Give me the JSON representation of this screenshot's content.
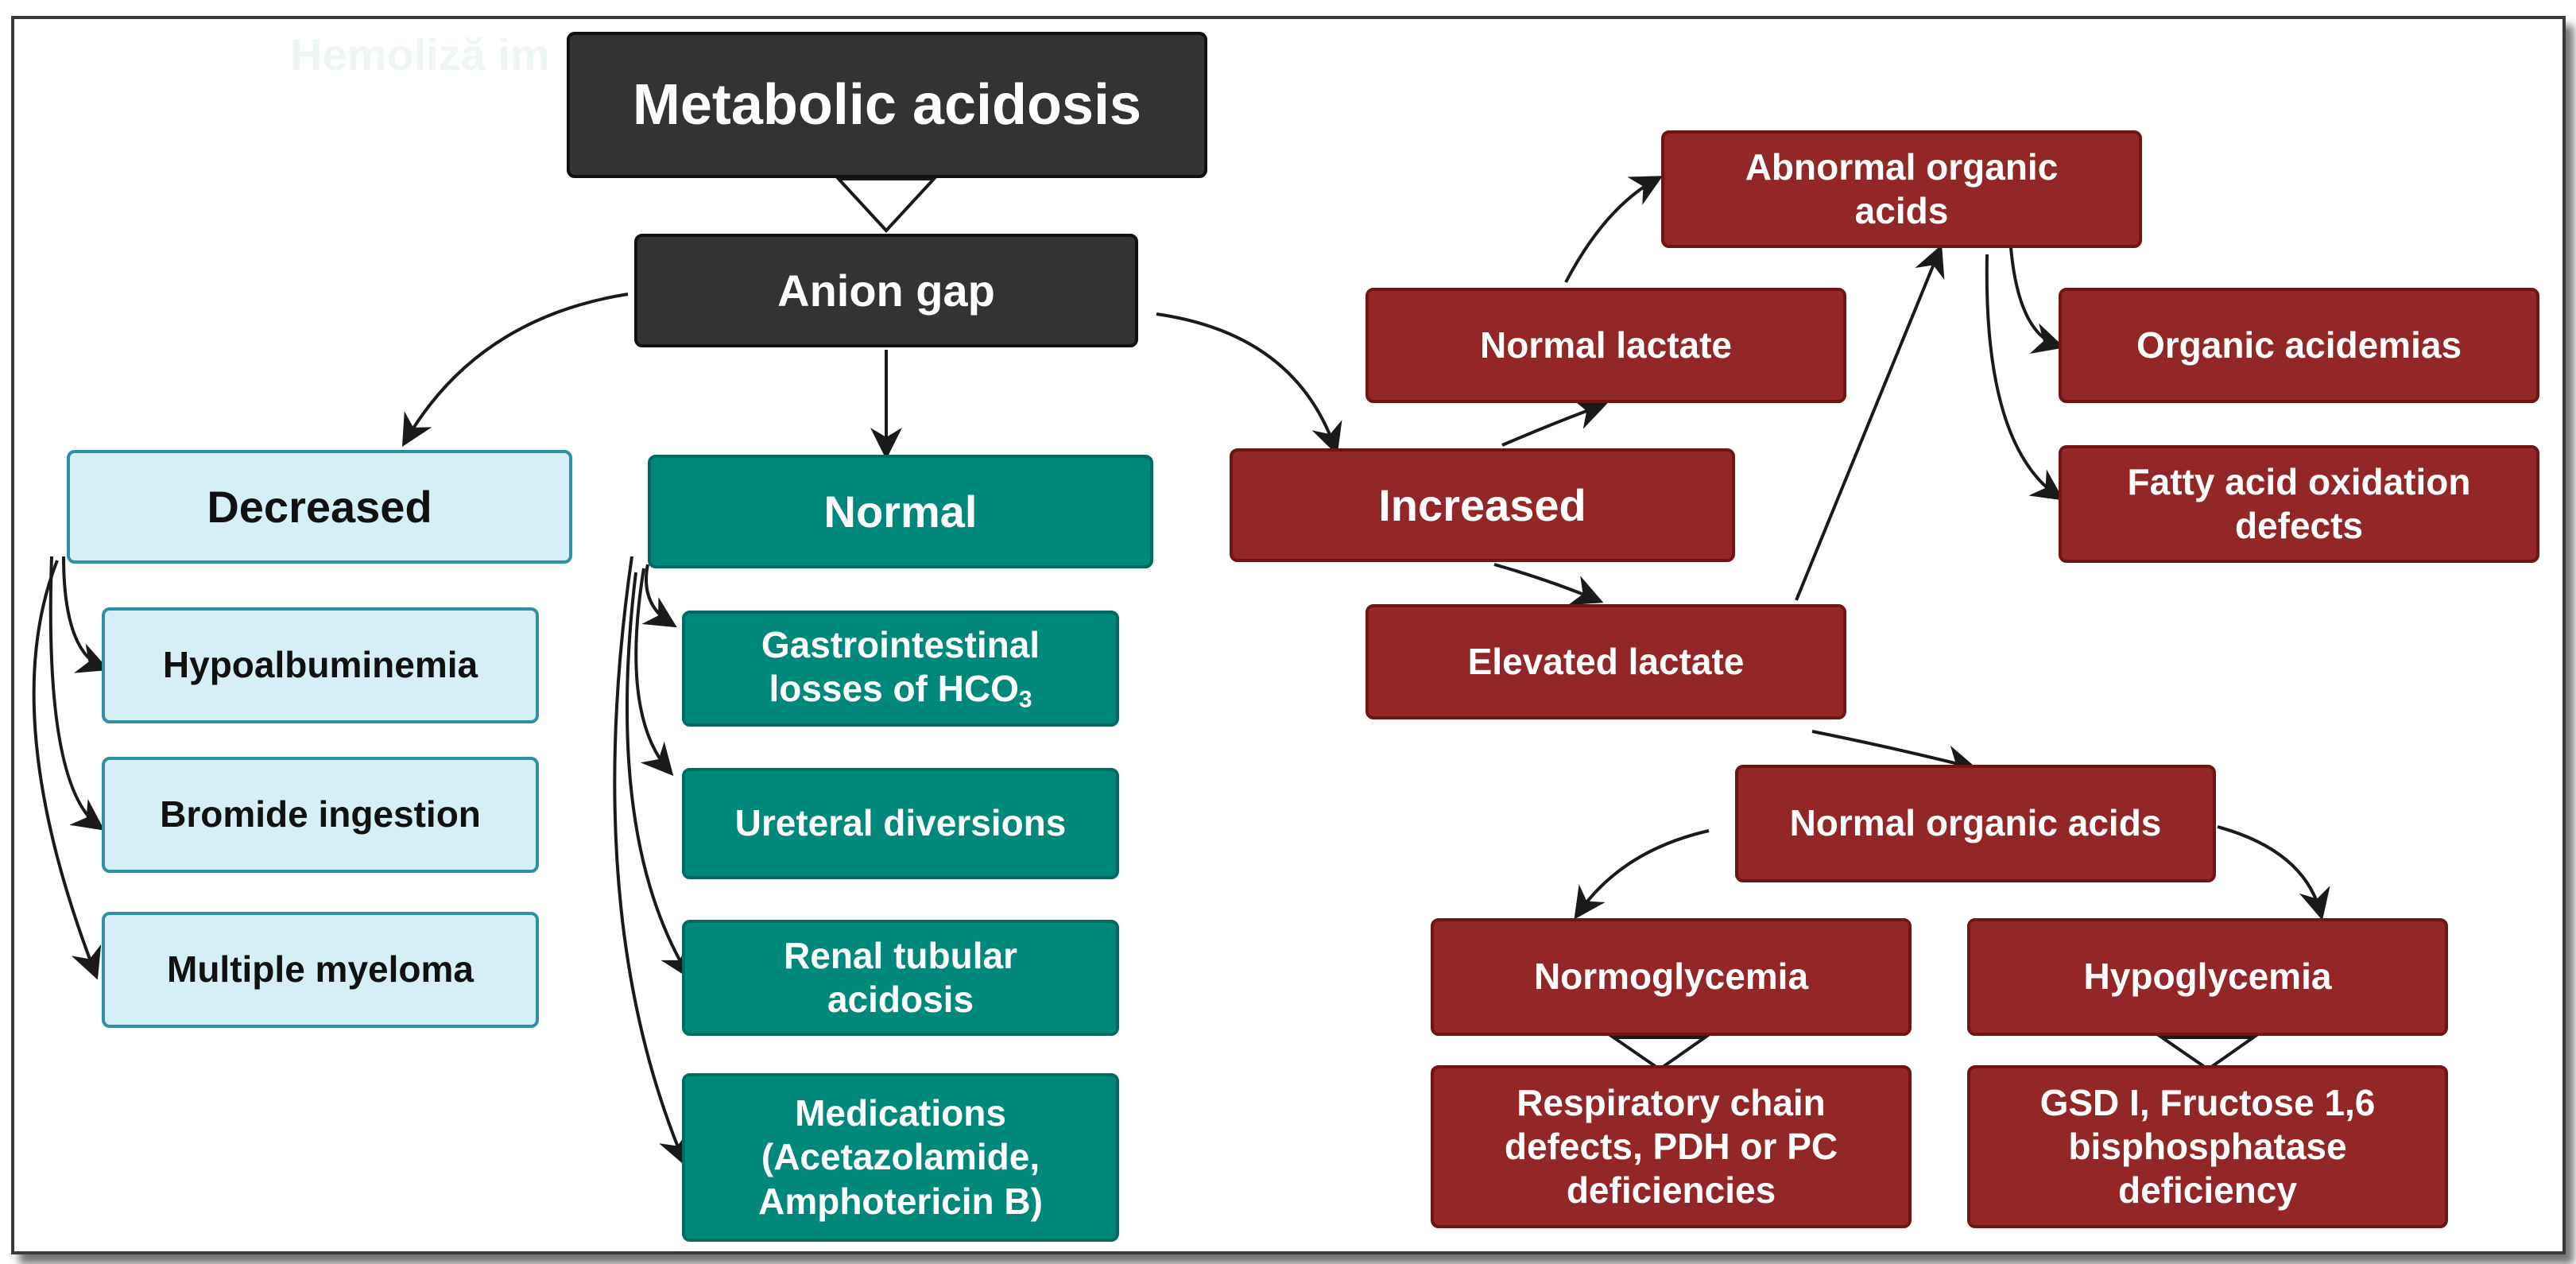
{
  "watermark": "Hemoliză im",
  "colors": {
    "dark": "#333333",
    "light_blue": "#d6eff7",
    "teal": "#00897b",
    "dark_red": "#932727",
    "arrow": "#1a1a1a"
  },
  "nodes": {
    "metabolic_acidosis": "Metabolic acidosis",
    "anion_gap": "Anion gap",
    "decreased": "Decreased",
    "normal": "Normal",
    "increased": "Increased",
    "hypoalbuminemia": "Hypoalbuminemia",
    "bromide_ingestion": "Bromide ingestion",
    "multiple_myeloma": "Multiple myeloma",
    "gi_losses_prefix": "Gastrointestinal\nlosses of HCO",
    "gi_losses_sub": "3",
    "ureteral_diversions": "Ureteral diversions",
    "renal_tubular_acidosis": "Renal tubular\nacidosis",
    "medications": "Medications\n(Acetazolamide,\nAmphotericin B)",
    "abnormal_organic_acids": "Abnormal organic\nacids",
    "normal_lactate": "Normal lactate",
    "organic_acidemias": "Organic acidemias",
    "fatty_acid_oxidation_defects": "Fatty acid oxidation\ndefects",
    "elevated_lactate": "Elevated lactate",
    "normal_organic_acids": "Normal organic acids",
    "normoglycemia": "Normoglycemia",
    "hypoglycemia": "Hypoglycemia",
    "respiratory_chain": "Respiratory chain\ndefects, PDH or PC\ndeficiencies",
    "gsd_fructose": "GSD I, Fructose 1,6\nbisphosphatase\ndeficiency"
  }
}
